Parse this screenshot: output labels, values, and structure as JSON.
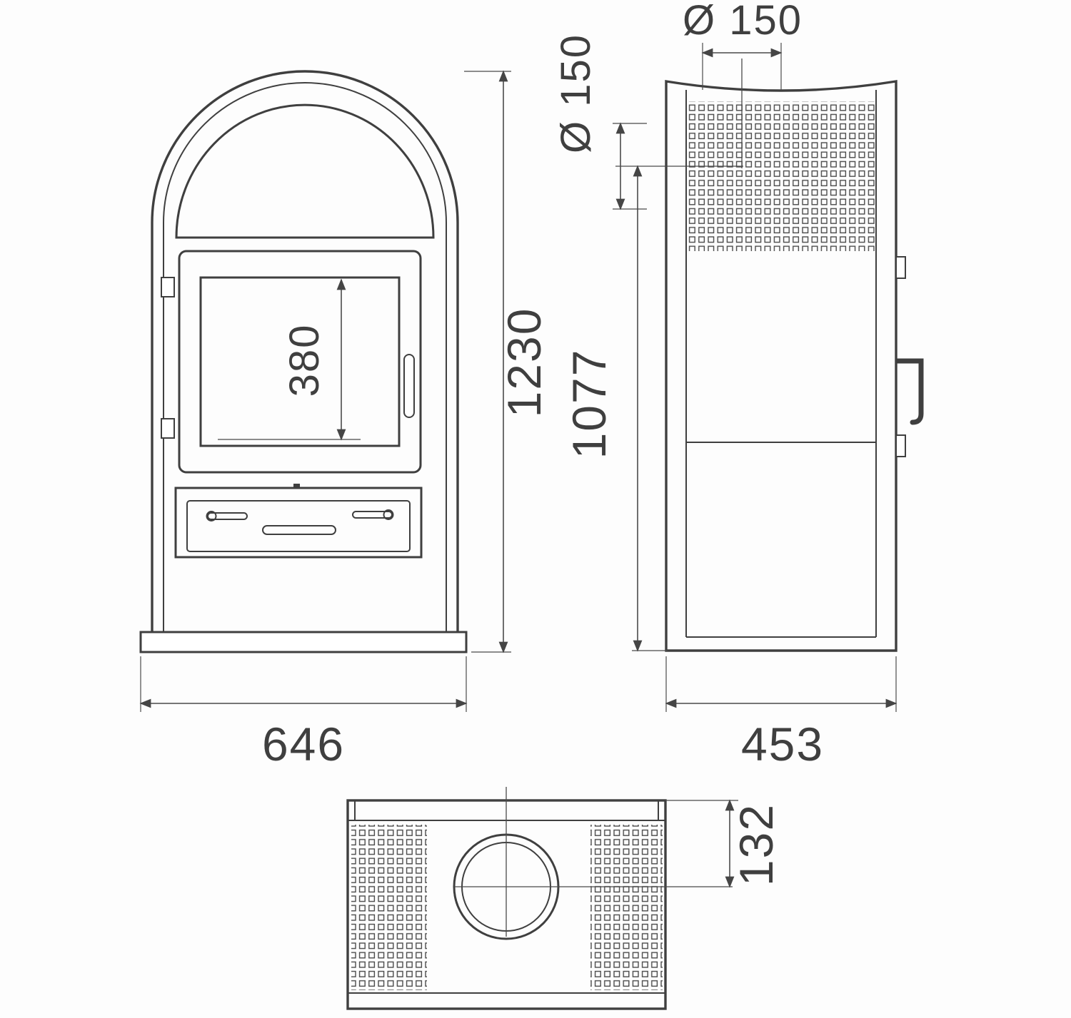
{
  "dimensions": {
    "front_height": "1230",
    "front_width": "646",
    "door_glass_height": "380",
    "flue_diameter_top": "Ø 150",
    "flue_diameter_rear": "Ø 150",
    "flue_center_height": "1077",
    "side_depth": "453",
    "top_flue_offset": "132"
  },
  "colors": {
    "line": "#3f3f3f",
    "dimension_line": "#4a4a4a",
    "background": "#fdfdfd"
  }
}
